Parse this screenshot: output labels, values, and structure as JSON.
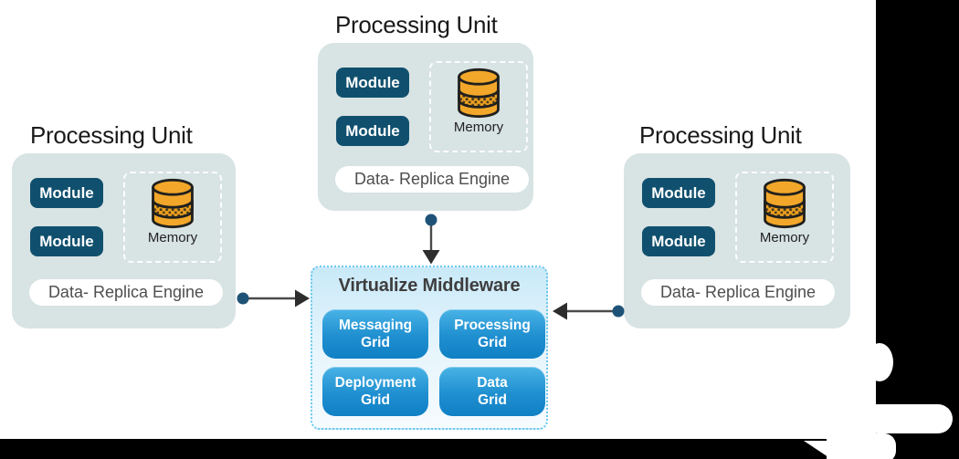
{
  "diagram": {
    "units": [
      {
        "title": "Processing Unit",
        "module1": "Module",
        "module2": "Module",
        "memory": "Memory",
        "engine": "Data- Replica Engine"
      },
      {
        "title": "Processing Unit",
        "module1": "Module",
        "module2": "Module",
        "memory": "Memory",
        "engine": "Data- Replica Engine"
      },
      {
        "title": "Processing Unit",
        "module1": "Module",
        "module2": "Module",
        "memory": "Memory",
        "engine": "Data- Replica Engine"
      }
    ],
    "middleware": {
      "title": "Virtualize Middleware",
      "grids": [
        {
          "line1": "Messaging",
          "line2": "Grid"
        },
        {
          "line1": "Processing",
          "line2": "Grid"
        },
        {
          "line1": "Deployment",
          "line2": "Grid"
        },
        {
          "line1": "Data",
          "line2": "Grid"
        }
      ]
    },
    "colors": {
      "unit_bg": "#d8e3e3",
      "module_bg": "#10506e",
      "middleware_border": "#6cc9ef",
      "grid_button_top": "#49b3e6",
      "grid_button_bottom": "#1080c5",
      "cylinder_orange": "#f2a72a",
      "arrow_dot": "#1e5377",
      "frame_black": "#000000"
    }
  }
}
